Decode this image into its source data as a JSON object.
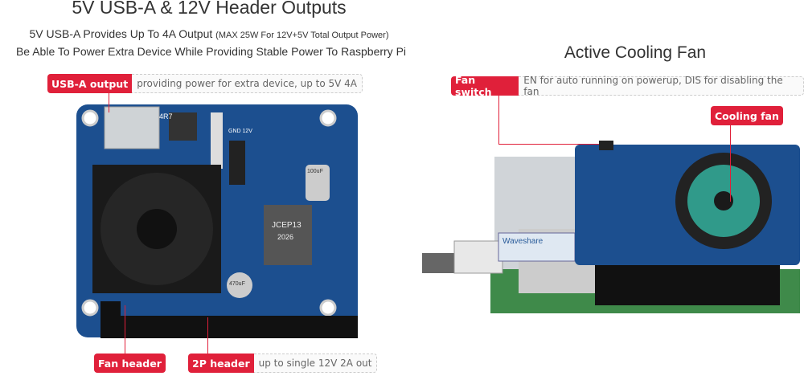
{
  "left": {
    "title": "5V USB-A & 12V Header Outputs",
    "subtitle_main": "5V USB-A Provides Up To 4A Output",
    "subtitle_note": "(MAX 25W For 12V+5V Total Output Power)",
    "subtitle2": "Be Able To Power Extra Device While Providing Stable Power To Raspberry Pi",
    "usb_label": "USB-A output",
    "usb_desc": "providing power for extra device, up to 5V 4A",
    "fan_header_label": "Fan header",
    "header_label": "2P header",
    "header_desc": "up to single 12V 2A out",
    "board_text": [
      "4R7",
      "GND 12V",
      "JCEP13",
      "2026",
      "470uF",
      "100uF"
    ]
  },
  "right": {
    "title": "Active Cooling Fan",
    "switch_label": "Fan switch",
    "switch_desc": "EN for auto running on powerup, DIS for disabling the fan",
    "fan_label": "Cooling fan",
    "brand": "Waveshare"
  },
  "colors": {
    "accent": "#e0203a",
    "board": "#1c4f8f"
  }
}
